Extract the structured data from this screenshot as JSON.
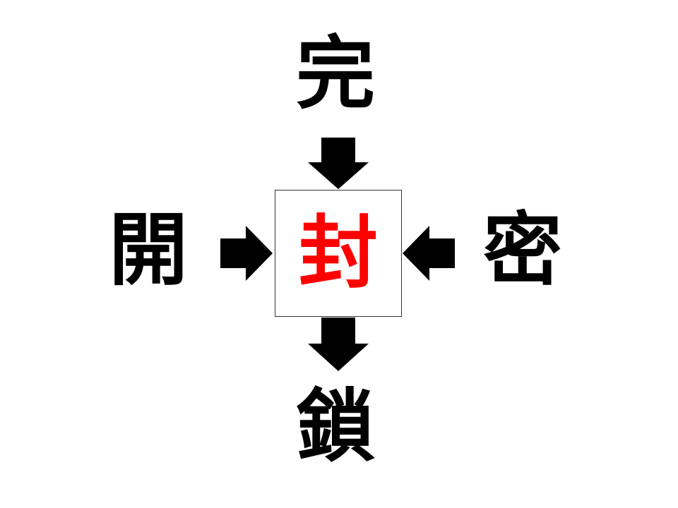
{
  "puzzle": {
    "top": "完",
    "left": "開",
    "right": "密",
    "bottom": "鎖",
    "answer": "封"
  },
  "colors": {
    "text": "#000000",
    "answer": "#ff0000",
    "arrow": "#000000",
    "box_border": "#333333"
  }
}
